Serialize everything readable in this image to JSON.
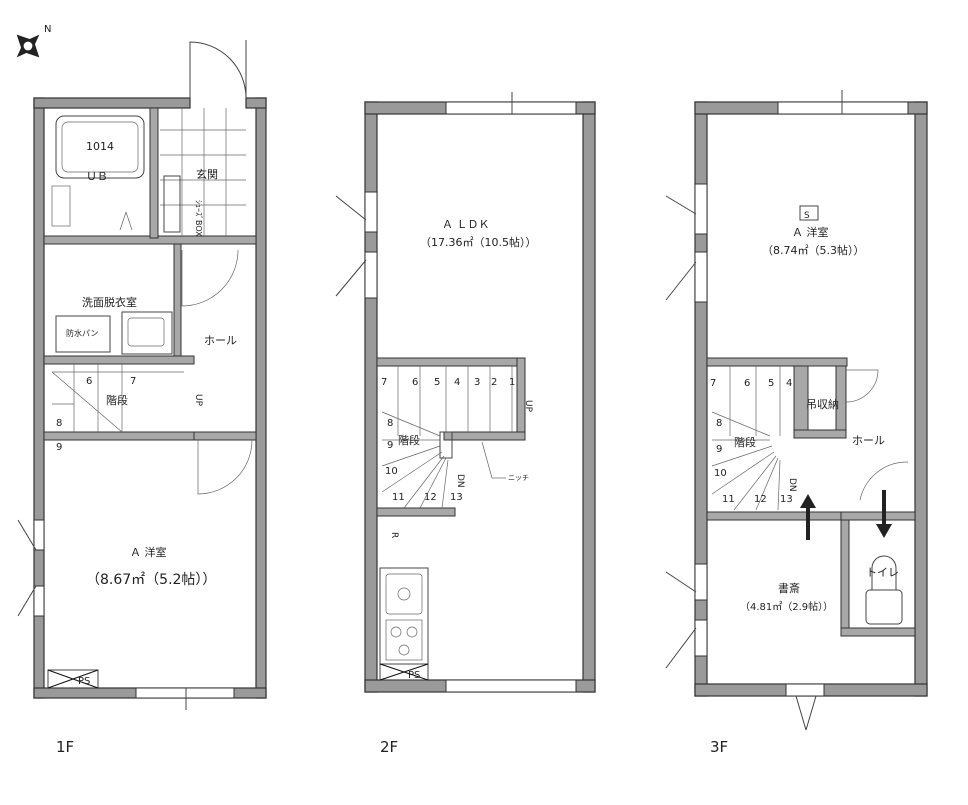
{
  "floors": {
    "f1": {
      "label": "1F",
      "bath": {
        "unit": "1014",
        "tag": "ＵＢ"
      },
      "entrance": "玄関",
      "shoebox": "ｼｭｰｽﾞBOX",
      "washroom": "洗面脱衣室",
      "waterproof_pan": "防水パン",
      "hall": "ホール",
      "stairs": "階段",
      "stair_nums": [
        "6",
        "7",
        "8",
        "9"
      ],
      "up": "UP",
      "room_name": "Ａ 洋室",
      "room_area": "（8.67㎡（5.2帖））",
      "ps": "PS"
    },
    "f2": {
      "label": "2F",
      "room_name": "Ａ ＬＤＫ",
      "room_area": "（17.36㎡（10.5帖））",
      "stairs": "階段",
      "stair_nums": [
        "1",
        "2",
        "3",
        "4",
        "5",
        "6",
        "7",
        "8",
        "9",
        "10",
        "11",
        "12",
        "13"
      ],
      "up": "UP",
      "dn": "DN",
      "niche": "ニッチ",
      "fridge": "R",
      "ps": "PS"
    },
    "f3": {
      "label": "3F",
      "room_name": "Ａ 洋室",
      "room_area": "（8.74㎡（5.3帖））",
      "storage": "吊収納",
      "hall": "ホール",
      "stairs": "階段",
      "stair_nums": [
        "4",
        "5",
        "6",
        "7",
        "8",
        "9",
        "10",
        "11",
        "12",
        "13"
      ],
      "dn": "DN",
      "study_name": "書斎",
      "study_area": "（4.81㎡（2.9帖））",
      "toilet": "トイレ",
      "ceiling_mark": "S"
    }
  },
  "compass": {
    "north": "N"
  }
}
